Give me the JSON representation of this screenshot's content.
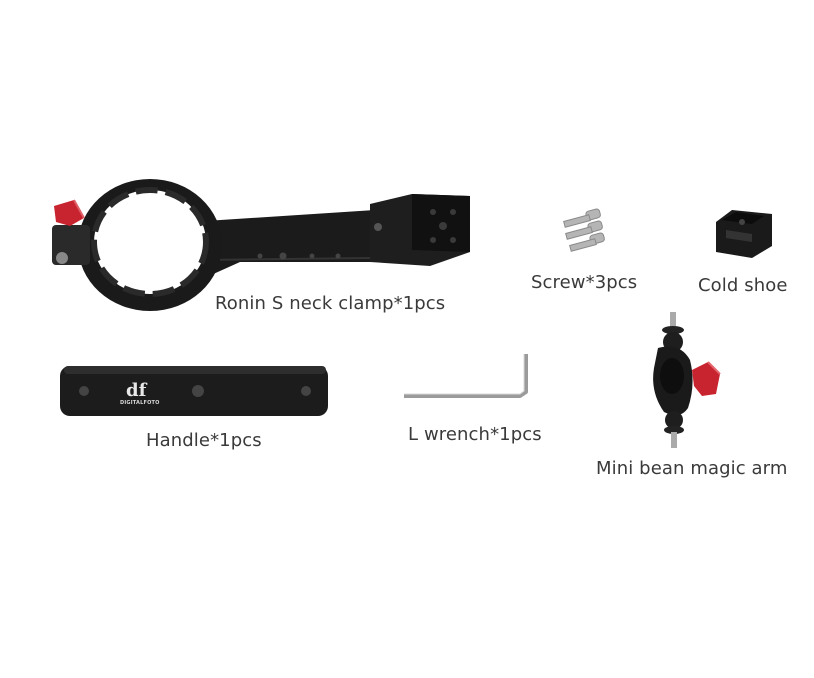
{
  "items": {
    "neck_clamp": {
      "label": "Ronin S neck clamp*1pcs"
    },
    "screw": {
      "label": "Screw*3pcs"
    },
    "cold_shoe": {
      "label": "Cold shoe"
    },
    "handle": {
      "label": "Handle*1pcs",
      "logo_mark": "df",
      "logo_text": "DIGITALFOTO"
    },
    "wrench": {
      "label": "L wrench*1pcs"
    },
    "magic_arm": {
      "label": "Mini bean magic arm"
    }
  },
  "colors": {
    "metal_black": "#1a1a1a",
    "accent_red": "#c8242f",
    "silver": "#b5b5b5"
  }
}
